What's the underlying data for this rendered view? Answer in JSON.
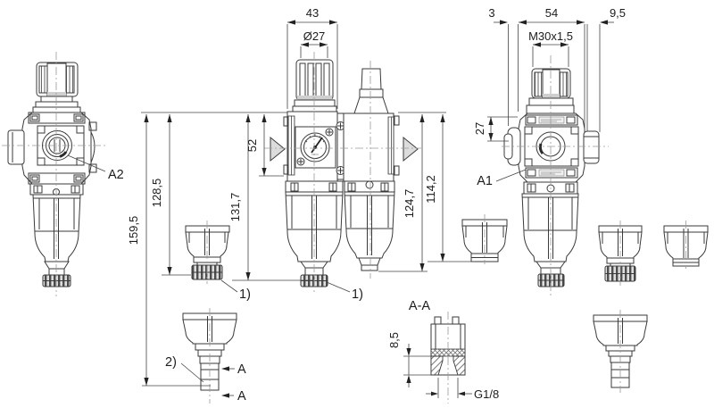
{
  "drawing": {
    "background": "#ffffff",
    "line_color": "#3a3a3a",
    "accent_gray": "#dcdcdc"
  },
  "dimensions": {
    "knob_width": "43",
    "knob_diameter": "Ø27",
    "gap": "3",
    "body_width": "54",
    "port_depth": "9,5",
    "thread_size": "M30x1,5",
    "port_offset": "27",
    "flow_axis_height": "52",
    "height_overall": "159,5",
    "height_bowl": "128,5",
    "height_drain": "131,7",
    "height_lubricator": "124,7",
    "height_lubricator_bowl": "114,2"
  },
  "labels": {
    "port_a1": "A1",
    "port_a2": "A2",
    "note_drain_left": "1)",
    "note_drain_right": "1)",
    "note_stem": "2)",
    "section_cut_top": "A",
    "section_cut_bottom": "A",
    "section_title": "A-A",
    "section_depth": "8,5",
    "section_thread": "G1/8"
  }
}
